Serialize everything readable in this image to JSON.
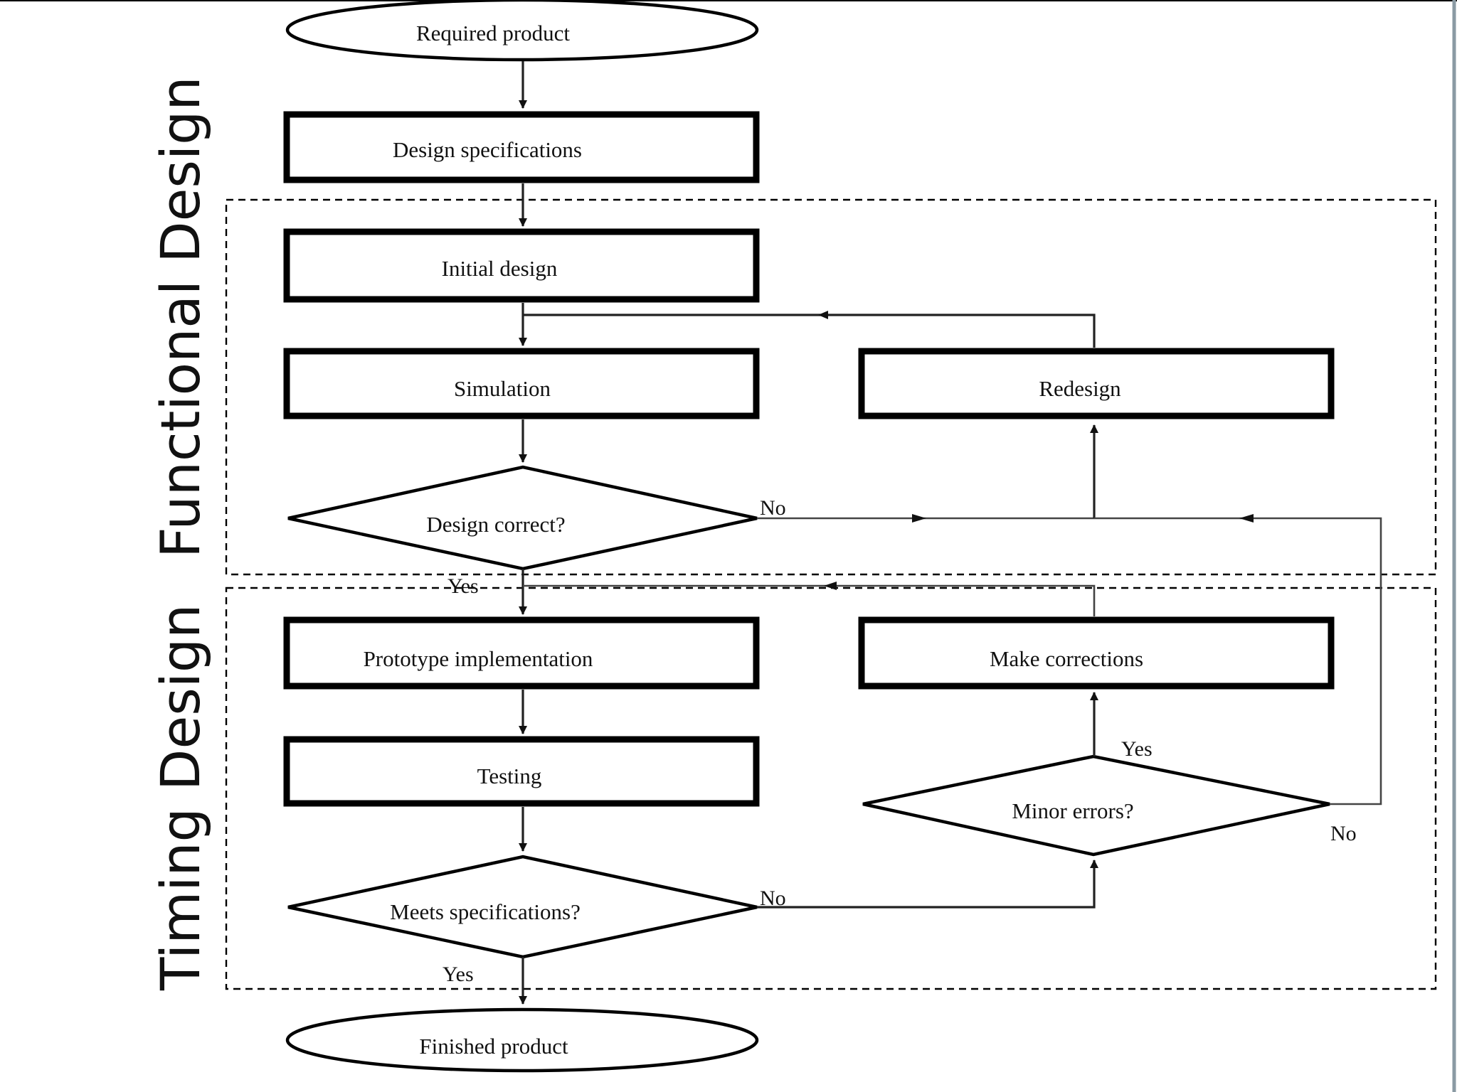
{
  "diagram": {
    "phases": {
      "functional": "Functional Design",
      "timing": "Timing Design"
    },
    "nodes": {
      "required_product": "Required product",
      "design_specifications": "Design specifications",
      "initial_design": "Initial design",
      "simulation": "Simulation",
      "redesign": "Redesign",
      "design_correct": "Design correct?",
      "prototype_implementation": "Prototype implementation",
      "make_corrections": "Make corrections",
      "testing": "Testing",
      "minor_errors": "Minor errors?",
      "meets_specifications": "Meets specifications?",
      "finished_product": "Finished product"
    },
    "edge_labels": {
      "design_correct_no": "No",
      "design_correct_yes": "Yes",
      "minor_errors_yes": "Yes",
      "minor_errors_no": "No",
      "meets_spec_no": "No",
      "meets_spec_yes": "Yes"
    }
  }
}
